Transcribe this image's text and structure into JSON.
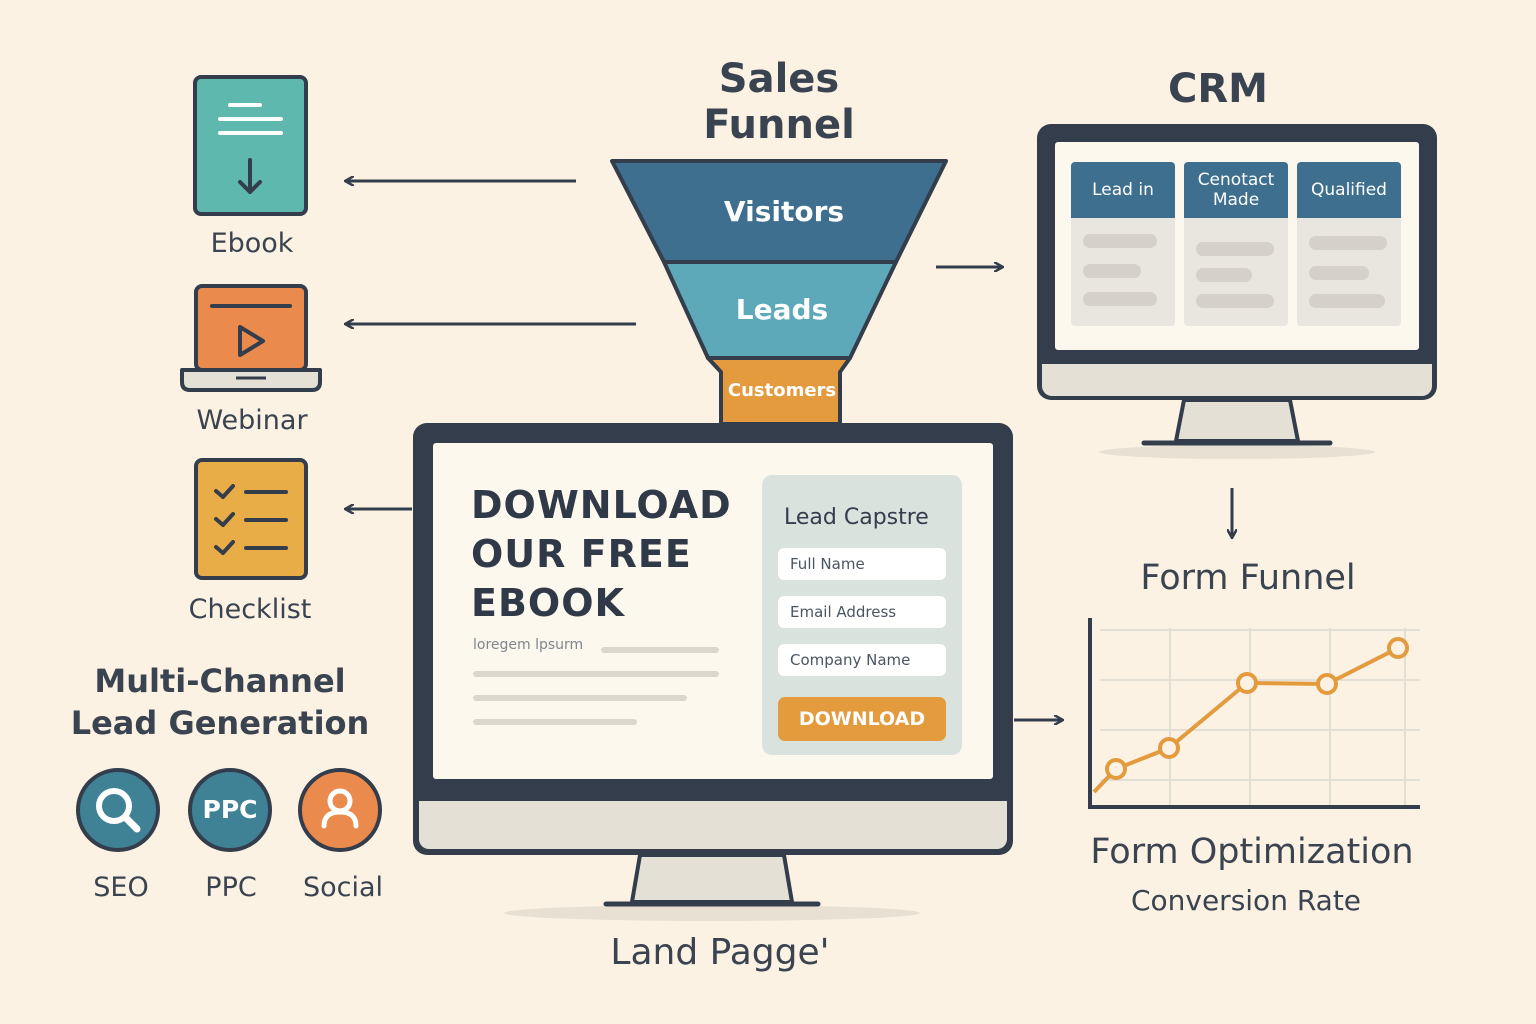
{
  "channels": {
    "items": [
      {
        "name": "ebook",
        "label": "Ebook",
        "color": "#5fb8ad",
        "icon": "ebook-download-icon"
      },
      {
        "name": "webinar",
        "label": "Webinar",
        "color": "#ea8a4c",
        "icon": "laptop-play-icon"
      },
      {
        "name": "checklist",
        "label": "Checklist",
        "color": "#e9ad48",
        "icon": "checklist-icon"
      }
    ],
    "title": "Multi-Channel\nLead Generation",
    "sources": [
      {
        "label": "SEO",
        "icon": "search-icon",
        "color": "#3f8195"
      },
      {
        "label": "PPC",
        "icon_text": "PPC",
        "color": "#3f8195"
      },
      {
        "label": "Social",
        "icon": "person-icon",
        "color": "#ea8a4c"
      }
    ]
  },
  "funnel": {
    "title": "Sales\nFunnel",
    "stages": [
      {
        "label": "Visitors",
        "color": "#3e6f8e"
      },
      {
        "label": "Leads",
        "color": "#5ea9b9"
      },
      {
        "label": "Customers",
        "color": "#e39b3e"
      }
    ]
  },
  "landing_page": {
    "headline": "DOWNLOAD\nOUR FREE\nEBOOK",
    "lorem": "loregem lpsurm",
    "form": {
      "title": "Lead Capstre",
      "fields": [
        "Full Name",
        "Email Address",
        "Company Name"
      ],
      "button": "DOWNLOAD"
    },
    "caption": "Land Pagge'"
  },
  "crm": {
    "title": "CRM",
    "columns": [
      "Lead in",
      "Cenotact\nMade",
      "Qualified"
    ]
  },
  "form_funnel": {
    "title": "Form Funnel",
    "caption_main": "Form Optimization",
    "caption_sub": "Conversion Rate"
  },
  "colors": {
    "background": "#fbf2e4",
    "outline": "#333d4b",
    "accent_orange": "#e39b3e",
    "accent_blue": "#3e6f8e",
    "accent_teal": "#5ea9b9"
  }
}
